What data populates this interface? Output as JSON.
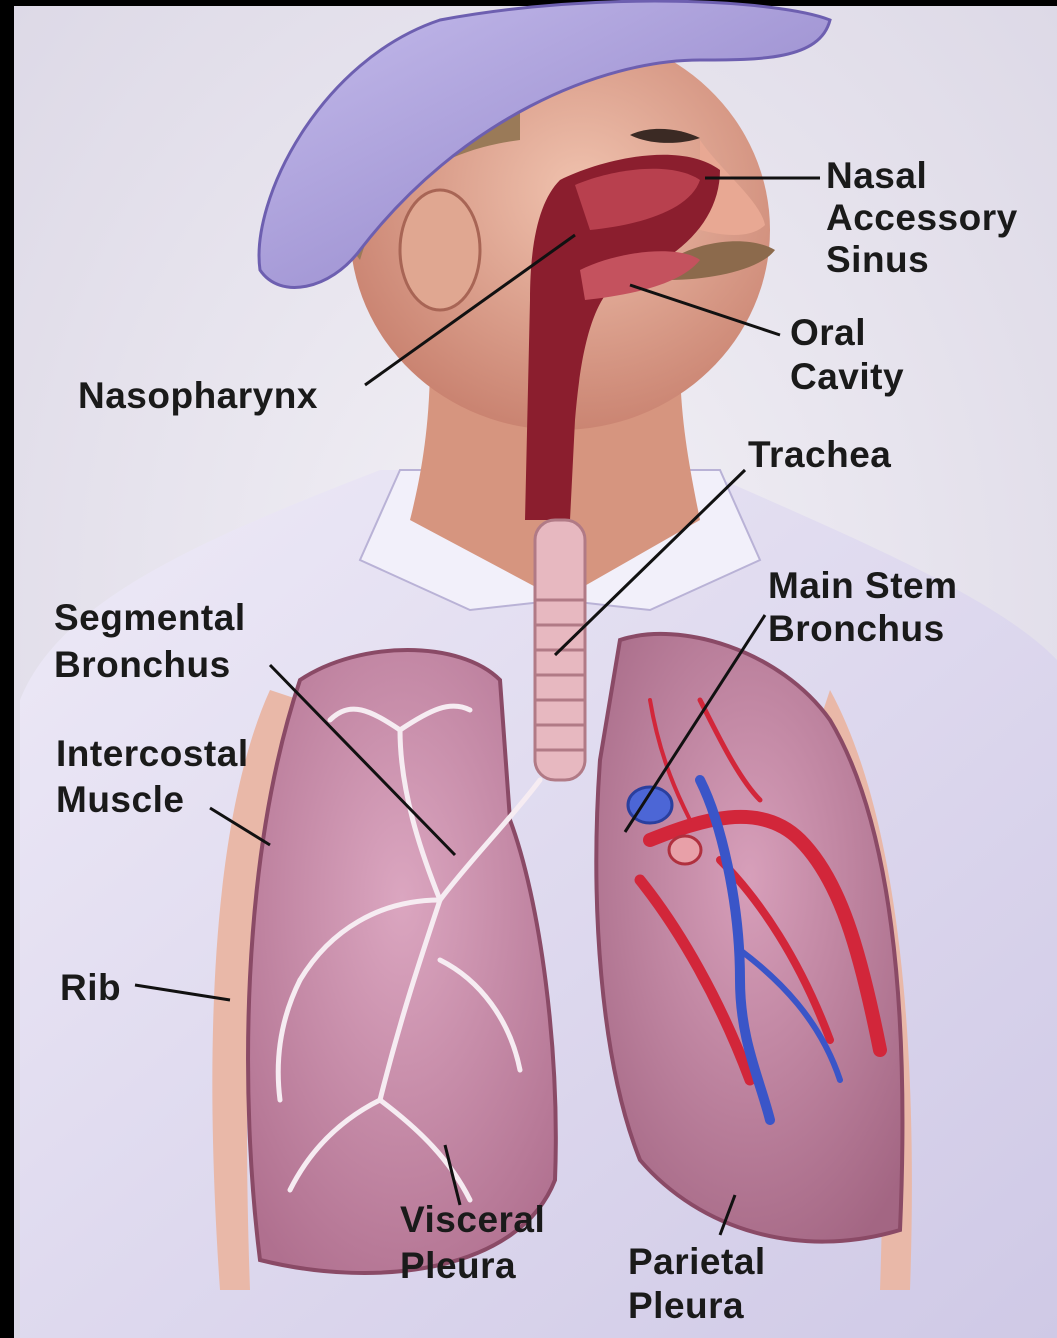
{
  "labels": {
    "nasal_1": "Nasal",
    "nasal_2": "Accessory",
    "nasal_3": "Sinus",
    "oral_1": "Oral",
    "oral_2": "Cavity",
    "nasopharynx": "Nasopharynx",
    "trachea": "Trachea",
    "main_stem_1": "Main Stem",
    "main_stem_2": "Bronchus",
    "segmental_1": "Segmental",
    "segmental_2": "Bronchus",
    "intercostal_1": "Intercostal",
    "intercostal_2": "Muscle",
    "rib": "Rib",
    "visceral_1": "Visceral",
    "visceral_2": "Pleura",
    "parietal_1": "Parietal",
    "parietal_2": "Pleura"
  },
  "colors": {
    "background": "#ece8f3",
    "shirt": "#e6e2f2",
    "helmet": "#a79bd6",
    "skin": "#d99a86",
    "airway": "#8b1e2e",
    "lung": "#c98aa6",
    "artery": "#d2263a",
    "vein": "#3a55c8"
  }
}
